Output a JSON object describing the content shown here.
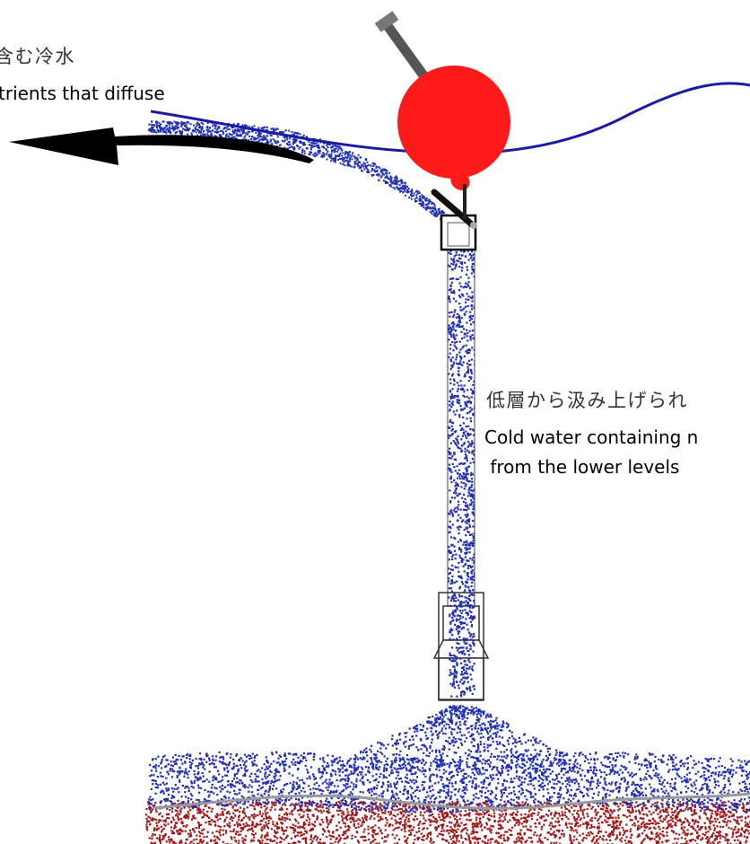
{
  "labels": {
    "top_left_jp": "含む冷水",
    "top_left_en": "trients that diffuse",
    "middle_right_jp": "低層から汲み上げられ",
    "middle_right_en_line1": "Cold water containing n",
    "middle_right_en_line2": " from the lower levels"
  },
  "colors": {
    "buoy": "#ff1a1a",
    "surface_line": "#1a1aa8",
    "water_particles": "#1f2fb5",
    "sediment": "#a01818",
    "arrow": "#000000",
    "pipe_outline": "#444444"
  }
}
